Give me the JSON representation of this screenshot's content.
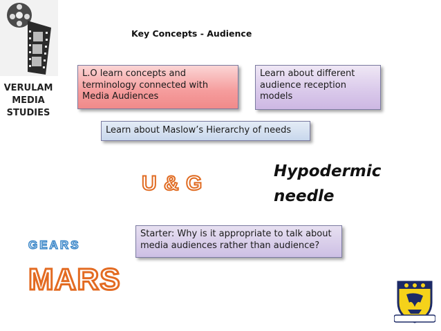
{
  "logo": {
    "label_lines": [
      "VERULAM",
      "MEDIA",
      "STUDIES"
    ]
  },
  "title": "Key Concepts - Audience",
  "boxes": {
    "lo": "L.O  learn concepts and terminology connected with Media Audiences",
    "learn": "Learn about different audience reception models",
    "maslow": "Learn about Maslow’s Hierarchy of needs",
    "starter": "Starter: Why is it appropriate to talk about media audiences rather than audience?"
  },
  "hypodermic": [
    "Hypodermic",
    "needle"
  ],
  "word_art": {
    "ug": "U & G",
    "gears": "GEARS",
    "mars": "MARS"
  },
  "icons": {
    "film_reel": "film-reel-icon",
    "crest": "school-crest-icon"
  },
  "colors": {
    "lo_box": "#f59c9c",
    "learn_box": "#d9c8ea",
    "maslow_box": "#c8d7ec",
    "starter_box": "#cdbfe4",
    "wordart_orange": "#e36b22",
    "wordart_blue": "#3a86c8"
  }
}
